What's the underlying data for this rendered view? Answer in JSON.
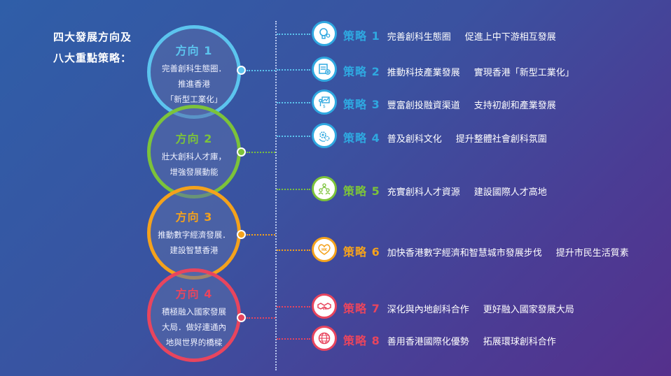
{
  "title": {
    "line1": "四大發展方向及",
    "line2": "八大重點策略："
  },
  "directions": [
    {
      "title": "方向 1",
      "lines": [
        "完善創科生態圈．",
        "推進香港",
        "「新型工業化」"
      ],
      "color": "#5cc4ee"
    },
    {
      "title": "方向 2",
      "lines": [
        "壯大創科人才庫，",
        "增強發展動能"
      ],
      "color": "#7cc33a"
    },
    {
      "title": "方向 3",
      "lines": [
        "推動數字經濟發展．",
        "建設智慧香港"
      ],
      "color": "#f4a21c"
    },
    {
      "title": "方向 4",
      "lines": [
        "積極融入國家發展",
        "大局．做好連通內",
        "地與世界的橋樑"
      ],
      "color": "#e8455e"
    }
  ],
  "strategies": [
    {
      "label": "策略 1",
      "text1": "完善創科生態圈",
      "text2": "促進上中下游相互發展",
      "icon": "lightbulb-gear-icon",
      "color": "#2fa8e0"
    },
    {
      "label": "策略 2",
      "text1": "推動科技產業發展",
      "text2": "實現香港「新型工業化」",
      "icon": "server-plus-icon",
      "color": "#2fa8e0"
    },
    {
      "label": "策略 3",
      "text1": "豐富創投融資渠道",
      "text2": "支持初創和產業發展",
      "icon": "investment-board-icon",
      "color": "#2fa8e0"
    },
    {
      "label": "策略 4",
      "text1": "普及創科文化",
      "text2": "提升整體社會創科氛圍",
      "icon": "gears-cycle-icon",
      "color": "#2fa8e0"
    },
    {
      "label": "策略 5",
      "text1": "充實創科人才資源",
      "text2": "建設國際人才高地",
      "icon": "people-network-icon",
      "color": "#7cc33a"
    },
    {
      "label": "策略 6",
      "text1": "加快香港數字經濟和智慧城市發展步伐",
      "text2": "提升市民生活質素",
      "icon": "hk-heart-icon",
      "color": "#f4a21c"
    },
    {
      "label": "策略 7",
      "text1": "深化與內地創科合作",
      "text2": "更好融入國家發展大局",
      "icon": "handshake-icon",
      "color": "#e8455e"
    },
    {
      "label": "策略 8",
      "text1": "善用香港國際化優勢",
      "text2": "拓展環球創科合作",
      "icon": "globe-icon",
      "color": "#e8455e"
    }
  ]
}
